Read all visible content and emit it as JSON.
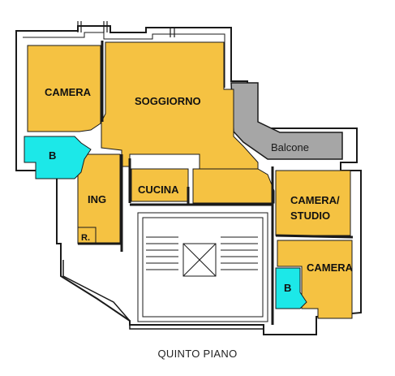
{
  "floor_label": "QUINTO PIANO",
  "rooms": [
    {
      "id": "camera-1",
      "label": "CAMERA"
    },
    {
      "id": "soggiorno",
      "label": "SOGGIORNO"
    },
    {
      "id": "bagno-1",
      "label": "B"
    },
    {
      "id": "balcone",
      "label": "Balcone"
    },
    {
      "id": "ingresso",
      "label": "ING"
    },
    {
      "id": "cucina",
      "label": "CUCINA"
    },
    {
      "id": "camera-studio-line1",
      "label": "CAMERA/"
    },
    {
      "id": "camera-studio-line2",
      "label": "STUDIO"
    },
    {
      "id": "ripostiglio",
      "label": "R."
    },
    {
      "id": "camera-2",
      "label": "CAMERA"
    },
    {
      "id": "bagno-2",
      "label": "B"
    }
  ],
  "colors": {
    "room_fill": "#F5C242",
    "bathroom_fill": "#1CE8E8",
    "balcony_fill": "#A6A6A6",
    "wall": "#1a1a1a"
  }
}
